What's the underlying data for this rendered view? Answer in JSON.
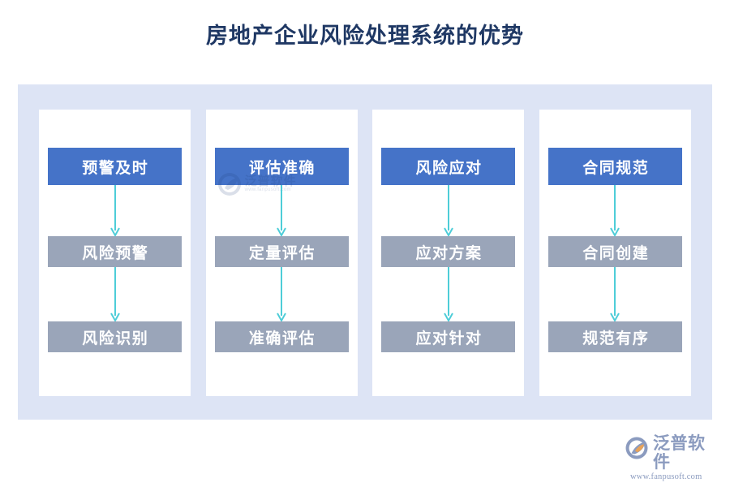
{
  "page": {
    "title": "房地产企业风险处理系统的优势",
    "title_color": "#1f3864",
    "background": "#ffffff"
  },
  "theme": {
    "frame_background": "#dde4f5",
    "panel_background": "#ffffff",
    "head_box_color": "#4573c8",
    "sub_box_color": "#9aa5b9",
    "arrow_color": "#4ecdd8",
    "box_text_color": "#ffffff"
  },
  "diagram": {
    "type": "flow-columns",
    "columns": [
      {
        "id": "column-1",
        "head": "预警及时",
        "steps": [
          "风险预警",
          "风险识别"
        ]
      },
      {
        "id": "column-2",
        "head": "评估准确",
        "steps": [
          "定量评估",
          "准确评估"
        ],
        "watermark": {
          "name": "泛普软件",
          "url": "www.fanpusoft.com"
        }
      },
      {
        "id": "column-3",
        "head": "风险应对",
        "steps": [
          "应对方案",
          "应对针对"
        ]
      },
      {
        "id": "column-4",
        "head": "合同规范",
        "steps": [
          "合同创建",
          "规范有序"
        ]
      }
    ]
  },
  "brand": {
    "name": "泛普软件",
    "url": "www.fanpusoft.com",
    "mark_icon": "fanpu-swoosh-logo-icon",
    "text_color": "#8b9bbf",
    "accent_color": "#e8a35a"
  }
}
